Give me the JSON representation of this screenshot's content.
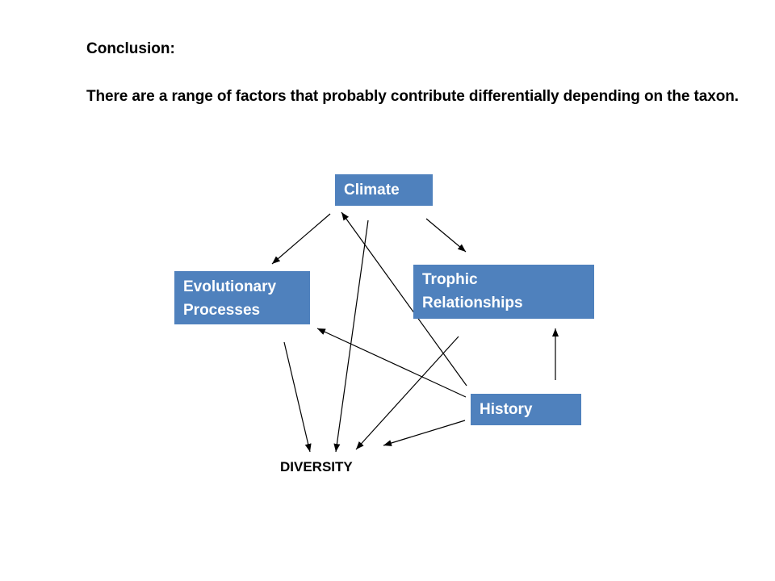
{
  "slide": {
    "heading": "Conclusion:",
    "body": "There are a range of factors that probably contribute differentially depending on the taxon."
  },
  "diagram": {
    "nodes": {
      "climate": "Climate",
      "evolutionary_processes": "Evolutionary\nProcesses",
      "trophic_relationships": "Trophic\nRelationships",
      "history": "History",
      "diversity": "DIVERSITY"
    },
    "box_color": "#4f81bd",
    "edges": [
      {
        "from": "climate",
        "to": "evolutionary_processes"
      },
      {
        "from": "climate",
        "to": "trophic_relationships"
      },
      {
        "from": "climate",
        "to": "diversity"
      },
      {
        "from": "evolutionary_processes",
        "to": "diversity"
      },
      {
        "from": "trophic_relationships",
        "to": "diversity"
      },
      {
        "from": "history",
        "to": "climate"
      },
      {
        "from": "history",
        "to": "evolutionary_processes"
      },
      {
        "from": "history",
        "to": "trophic_relationships"
      },
      {
        "from": "history",
        "to": "diversity"
      }
    ]
  }
}
